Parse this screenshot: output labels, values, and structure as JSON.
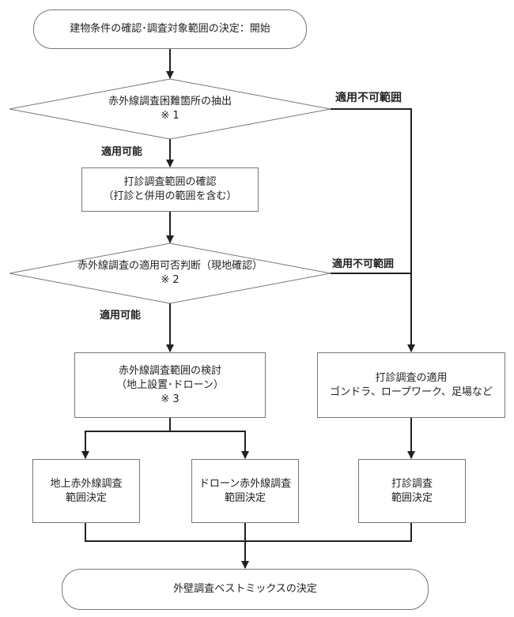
{
  "start": "建物条件の確認･調査対象範囲の決定：開始",
  "decision1": {
    "line1": "赤外線調査困難箇所の抽出",
    "line2": "※ 1"
  },
  "decision1_yes": "適用可能",
  "decision1_no": "適用不可範囲",
  "box_percussion_range": {
    "line1": "打診調査範囲の確認",
    "line2": "（打診と併用の範囲を含む）"
  },
  "decision2": {
    "line1": "赤外線調査の適用可否判断（現地確認）",
    "line2": "※ 2"
  },
  "decision2_yes": "適用可能",
  "decision2_no": "適用不可範囲",
  "box_ir_study": {
    "line1": "赤外線調査範囲の検討",
    "line2": "（地上設置･ドローン）",
    "line3": "※ 3"
  },
  "box_percussion_apply": {
    "line1": "打診調査の適用",
    "line2": "ゴンドラ、ロープワーク、足場など"
  },
  "box_ground_ir": {
    "line1": "地上赤外線調査",
    "line2": "範囲決定"
  },
  "box_drone_ir": {
    "line1": "ドローン赤外線調査",
    "line2": "範囲決定"
  },
  "box_percussion_final": {
    "line1": "打診調査",
    "line2": "範囲決定"
  },
  "end": "外壁調査ベストミックスの決定"
}
